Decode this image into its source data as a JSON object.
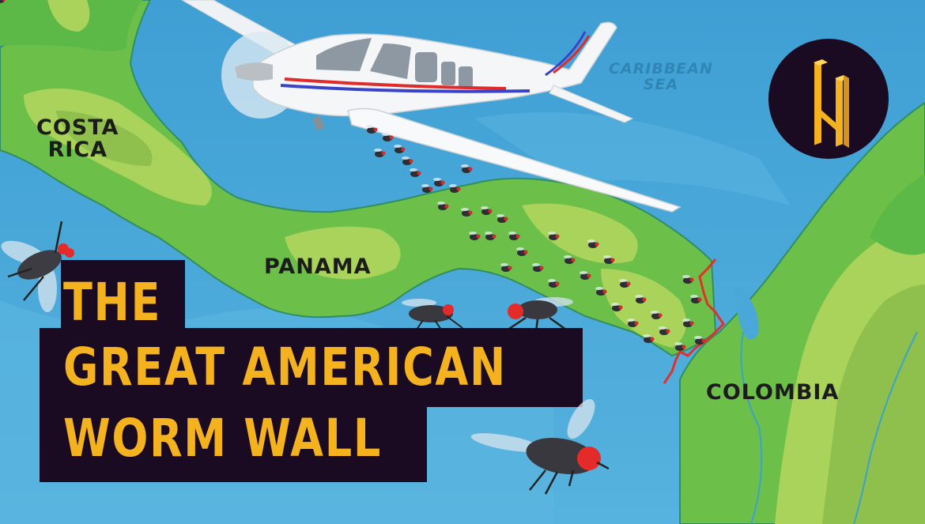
{
  "thumbnail": {
    "title_lines": [
      "THE",
      "GREAT AMERICAN",
      "WORM WALL"
    ],
    "colors": {
      "ocean": "#4aa8d8",
      "land": "#6cc04a",
      "land_high": "#a9d35a",
      "title_text": "#f5b21f",
      "title_bg": "#1a0b22",
      "border_line": "#e0312a",
      "fly_eye": "#e52a2a"
    }
  },
  "map": {
    "labels": {
      "costa_rica": "COSTA\nRICA",
      "costa_rica_line1": "COSTA",
      "costa_rica_line2": "RICA",
      "panama": "PANAMA",
      "colombia": "COLOMBIA",
      "caribbean_line1": "CARIBBEAN",
      "caribbean_line2": "SEA"
    }
  },
  "logo": {
    "icon": "h-letter-logo-icon"
  },
  "illustration": {
    "airplane": "airplane-icon",
    "flies": "fly-icon"
  }
}
